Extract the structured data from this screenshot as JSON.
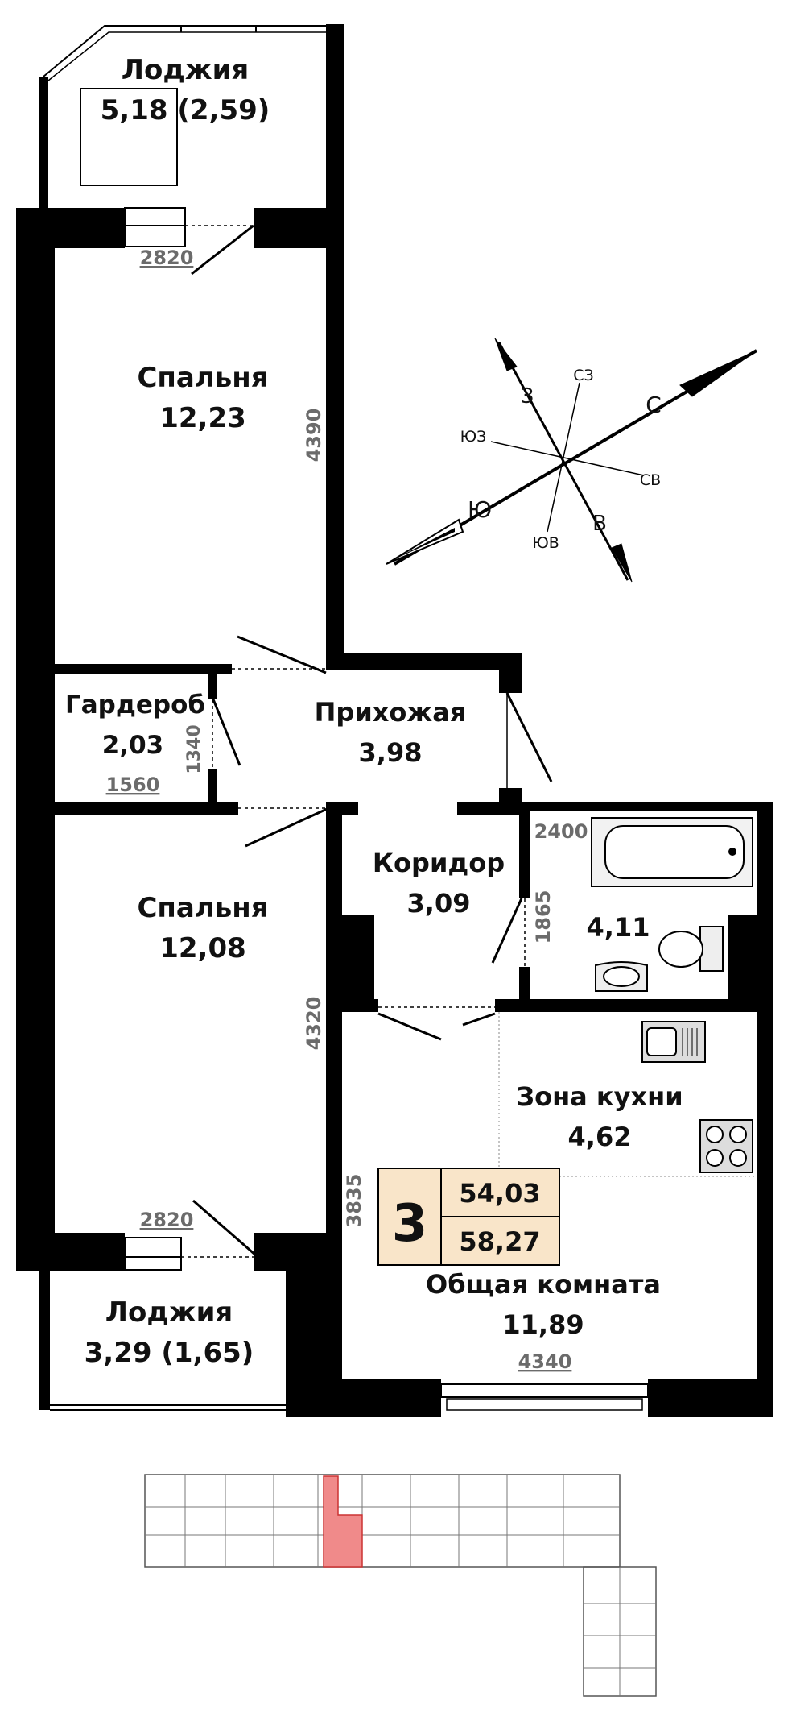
{
  "rooms": {
    "loggia_top": {
      "name": "Лоджия",
      "area": "5,18 (2,59)"
    },
    "bedroom_1": {
      "name": "Спальня",
      "area": "12,23"
    },
    "wardrobe": {
      "name": "Гардероб",
      "area": "2,03"
    },
    "hallway": {
      "name": "Прихожая",
      "area": "3,98"
    },
    "corridor": {
      "name": "Коридор",
      "area": "3,09"
    },
    "bathroom": {
      "area": "4,11"
    },
    "kitchen_zone": {
      "name": "Зона кухни",
      "area": "4,62"
    },
    "bedroom_2": {
      "name": "Спальня",
      "area": "12,08"
    },
    "common_room": {
      "name": "Общая комната",
      "area": "11,89"
    },
    "loggia_bottom": {
      "name": "Лоджия",
      "area": "3,29 (1,65)"
    }
  },
  "dimensions": {
    "loggia_top_width": "2820",
    "bedroom_1_length": "4390",
    "wardrobe_height": "1340",
    "wardrobe_width": "1560",
    "bath_width": "2400",
    "corridor_width": "1865",
    "bedroom_2_length": "4320",
    "loggia_bottom_width": "2820",
    "common_room_height": "3835",
    "common_room_width": "4340"
  },
  "summary": {
    "rooms_count": "3",
    "living_area": "54,03",
    "total_area": "58,27"
  },
  "compass": {
    "n": "С",
    "s": "Ю",
    "e": "В",
    "w": "З",
    "ne": "СВ",
    "nw": "СЗ",
    "se": "ЮВ",
    "sw": "ЮЗ"
  },
  "colors": {
    "wall": "#000000",
    "summary_box": "#f9e5c9",
    "highlight": "#f08a8a"
  }
}
